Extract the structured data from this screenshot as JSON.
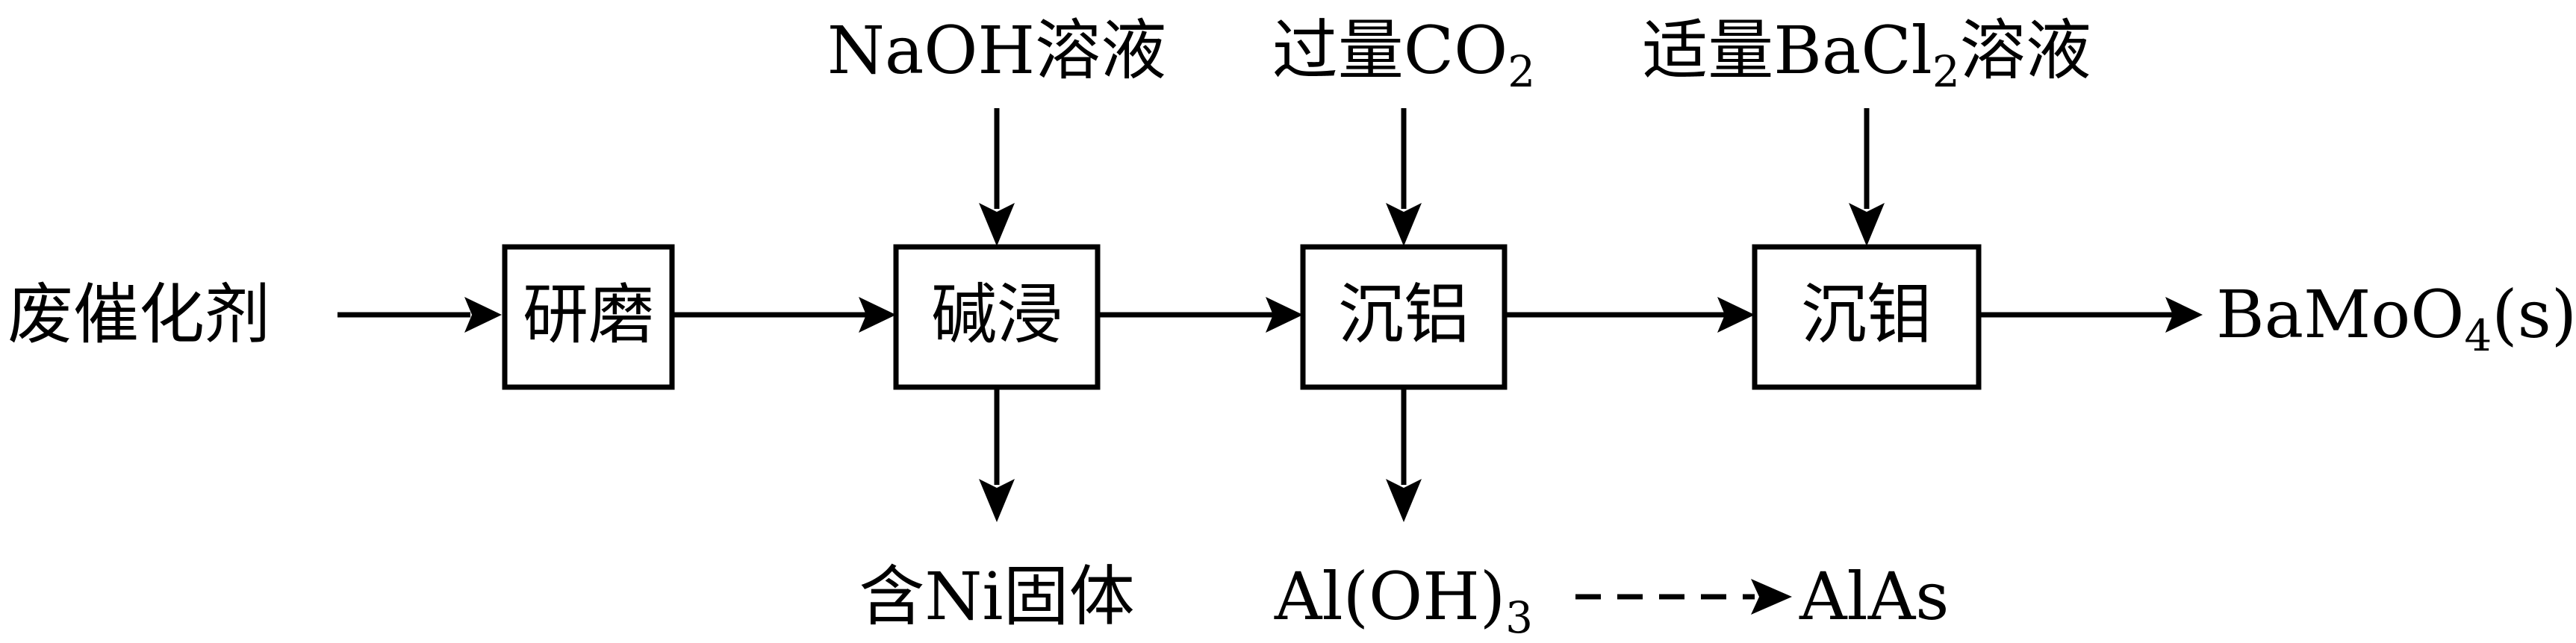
{
  "input": "废催化剂",
  "steps": [
    {
      "label": "研磨"
    },
    {
      "label": "碱浸",
      "reagent_parts": [
        {
          "t": "NaOH溶液"
        }
      ],
      "product_parts": [
        {
          "t": "含Ni固体"
        }
      ]
    },
    {
      "label": "沉铝",
      "reagent_parts": [
        {
          "t": "过量CO"
        },
        {
          "t": "2",
          "sub": true
        }
      ],
      "product_parts": [
        {
          "t": "Al(OH)"
        },
        {
          "t": "3",
          "sub": true
        }
      ]
    },
    {
      "label": "沉钼",
      "reagent_parts": [
        {
          "t": "适量BaCl"
        },
        {
          "t": "2",
          "sub": true
        },
        {
          "t": "溶液"
        }
      ]
    }
  ],
  "output_parts": [
    {
      "t": "BaMoO"
    },
    {
      "t": "4",
      "sub": true
    },
    {
      "t": "(s)"
    }
  ],
  "side_product_parts": [
    {
      "t": "AlAs"
    }
  ]
}
